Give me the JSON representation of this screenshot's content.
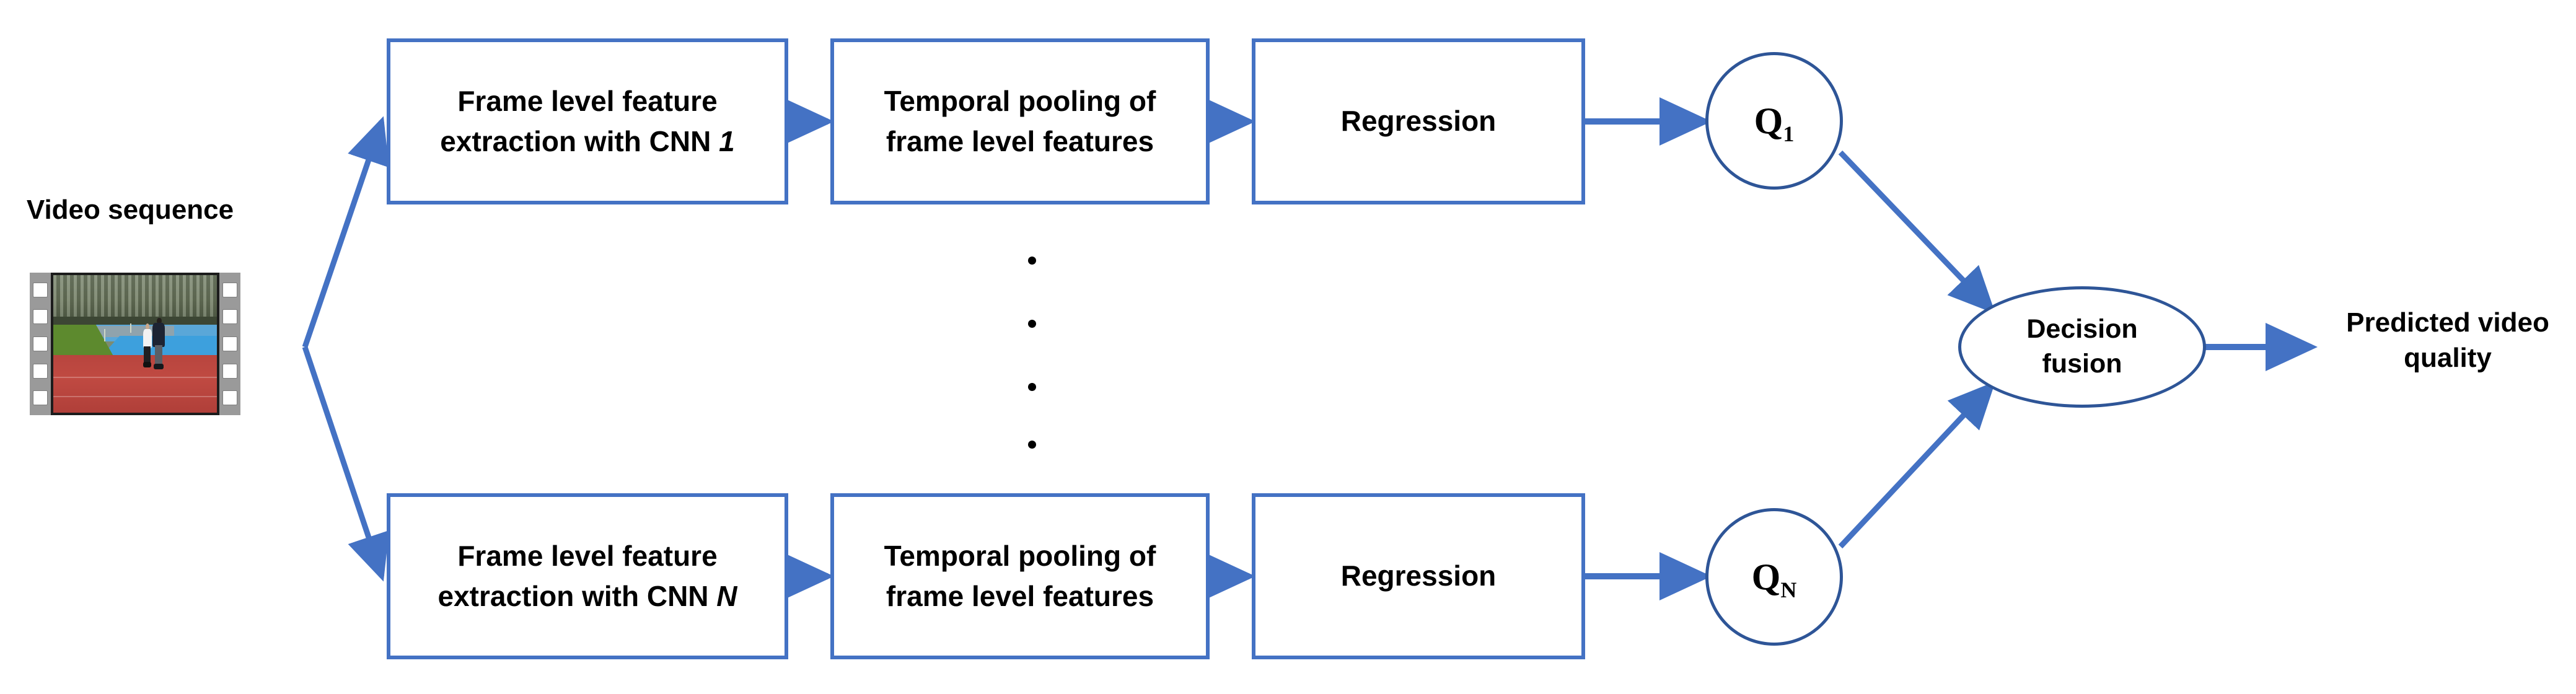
{
  "diagram": {
    "title": "Video quality prediction pipeline with multiple CNNs and decision fusion",
    "accent_blue": "#4472C4",
    "outline_blue": "#2E5597",
    "arrow_blue": "#4472C4",
    "background": "#FFFFFF",
    "input": {
      "label": "Video sequence",
      "thumbnail_name": "film-strip-video-thumbnail",
      "thumbnail_description": "Two people walking on a red running track with blue surface, green grass and trees"
    },
    "branches": [
      {
        "id": "top",
        "feature_extraction": {
          "line1": "Frame level feature",
          "line2_prefix": "extraction with CNN ",
          "line2_index": "1"
        },
        "temporal_pooling": {
          "line1": "Temporal pooling of",
          "line2": "frame level features"
        },
        "regression": {
          "label": "Regression"
        },
        "quality_score": {
          "base": "Q",
          "subscript": "1"
        }
      },
      {
        "id": "bottom",
        "feature_extraction": {
          "line1": "Frame level feature",
          "line2_prefix": "extraction with CNN ",
          "line2_index": "N"
        },
        "temporal_pooling": {
          "line1": "Temporal pooling of",
          "line2": "frame level features"
        },
        "regression": {
          "label": "Regression"
        },
        "quality_score": {
          "base": "Q",
          "subscript": "N"
        }
      }
    ],
    "ellipsis": {
      "name": "vertical-ellipsis",
      "dot_count": 4
    },
    "fusion": {
      "line1": "Decision",
      "line2": "fusion"
    },
    "output": {
      "line1": "Predicted video",
      "line2": "quality"
    }
  }
}
